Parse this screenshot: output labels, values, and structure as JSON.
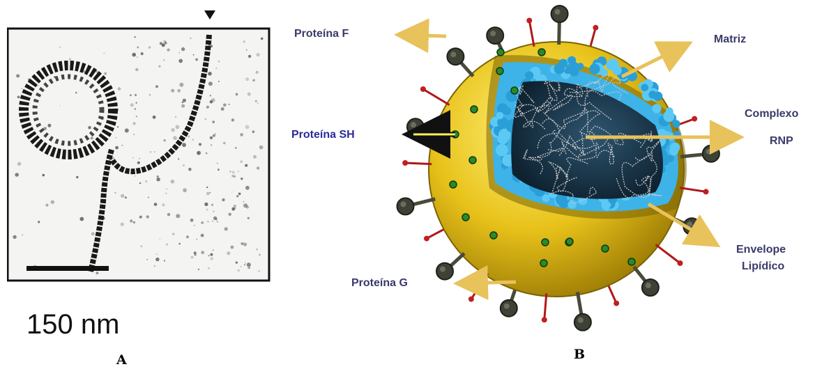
{
  "panel_a": {
    "scale_text": "150 nm",
    "letter": "A"
  },
  "panel_b": {
    "letter": "B",
    "labels": {
      "proteina_f": "Proteína F",
      "matriz": "Matriz",
      "complexo": "Complexo",
      "rnp": "RNP",
      "proteina_sh": "Proteína SH",
      "envelope": "Envelope",
      "lipidico": "Lipídico",
      "proteina_g": "Proteína G"
    }
  },
  "colors": {
    "envelope_yellow": "#e8c21a",
    "matrix_blue": "#3db3e8",
    "core_dark": "#1c3a4f",
    "spike_dark": "#4a4a3a",
    "spike_red": "#b01818",
    "dot_green": "#2a8a2a",
    "label_color": "#3a3a6a"
  }
}
